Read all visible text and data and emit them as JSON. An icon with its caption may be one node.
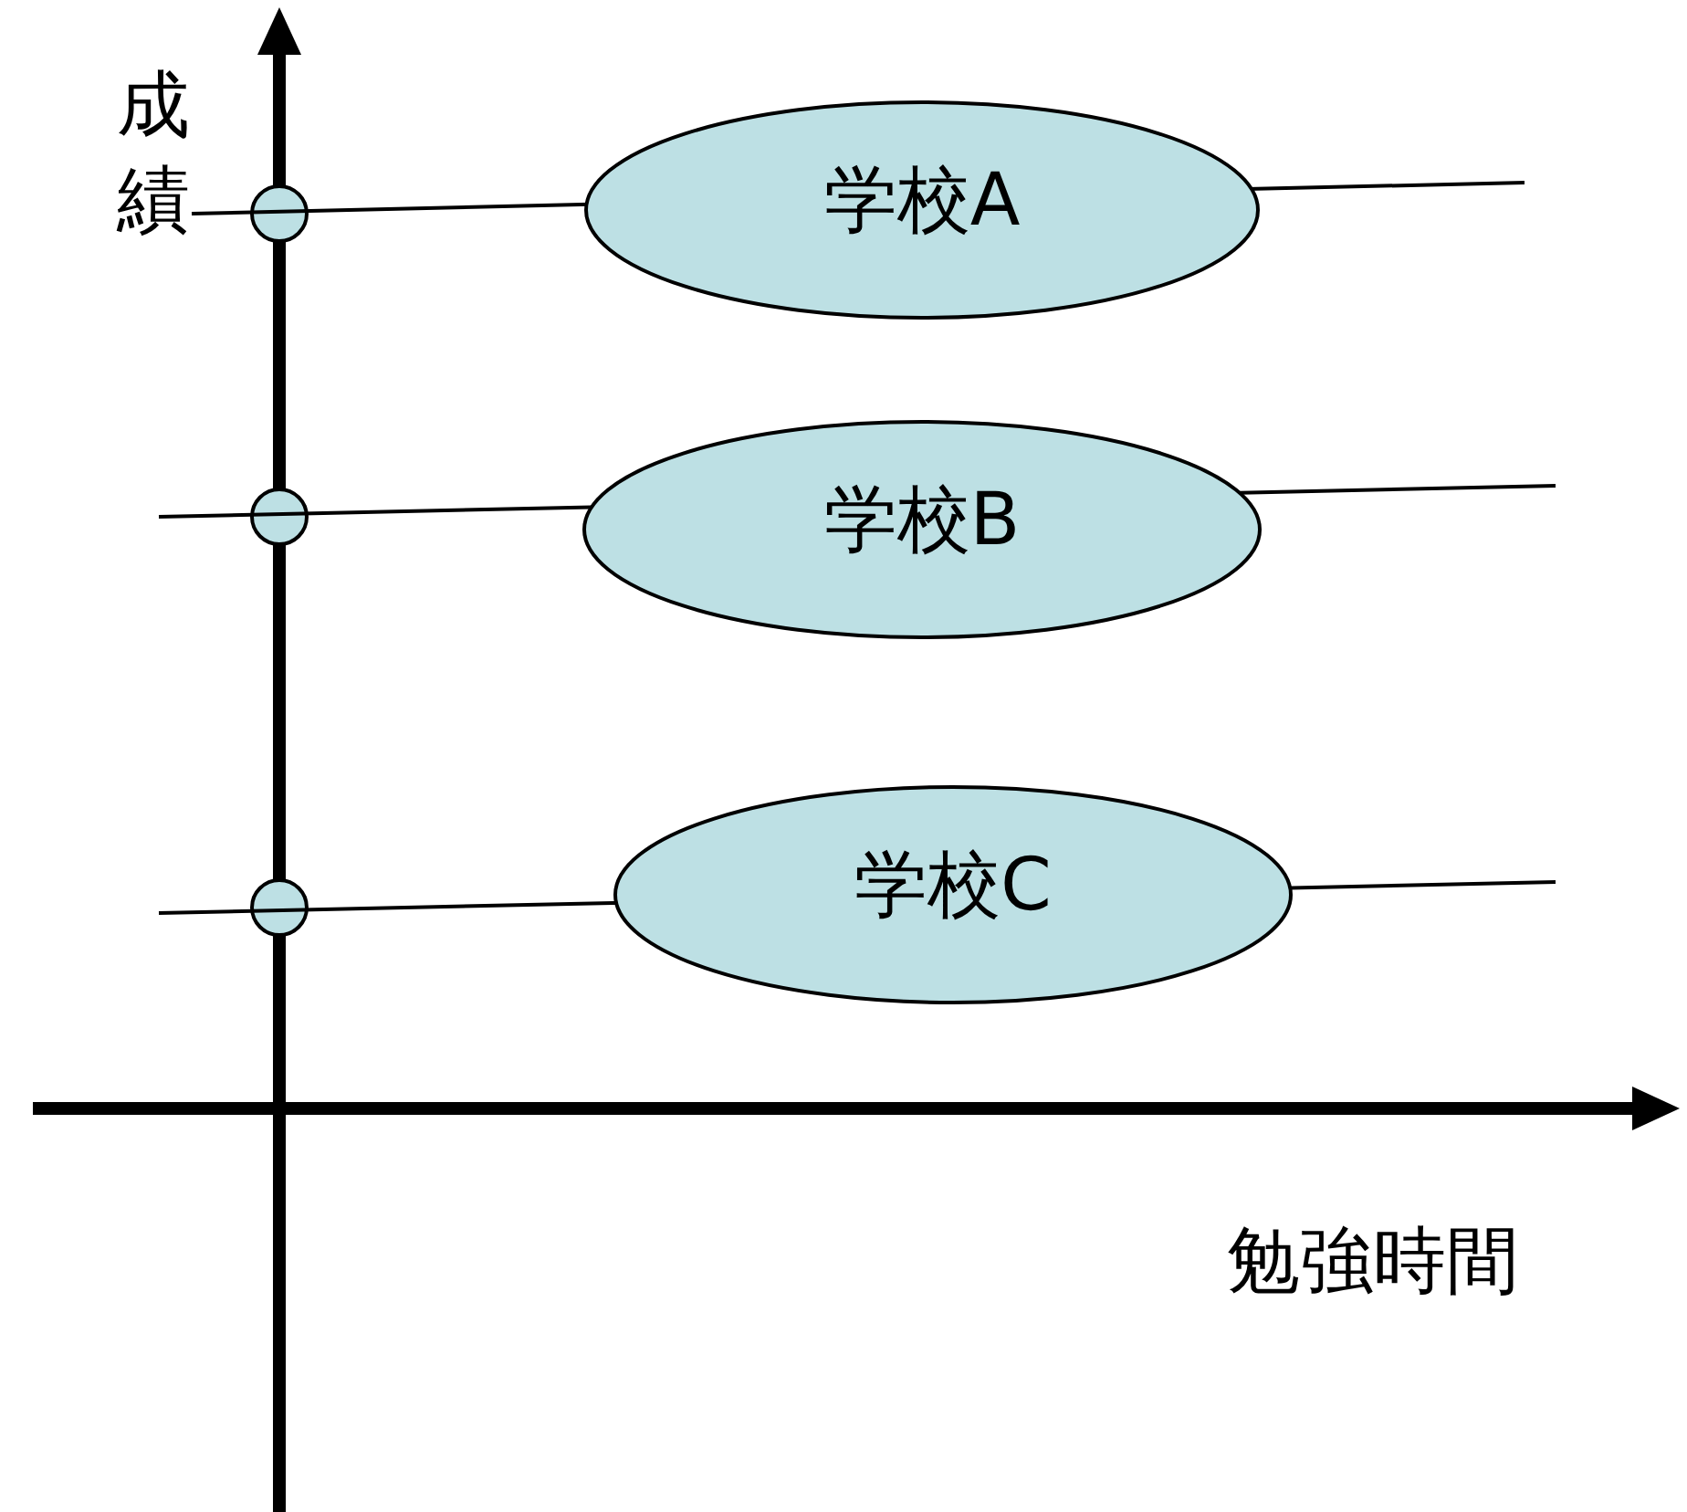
{
  "diagram": {
    "nodes": [
      {
        "text": [
          "学校A"
        ]
      },
      {
        "text": [
          "学校B"
        ]
      },
      {
        "text": [
          "学校C"
        ]
      },
      {
        "text": [],
        "shape": "circle"
      },
      {
        "text": [],
        "shape": "circle"
      },
      {
        "text": [],
        "shape": "circle"
      }
    ],
    "labels": [
      "成績",
      "勉強時間"
    ]
  }
}
